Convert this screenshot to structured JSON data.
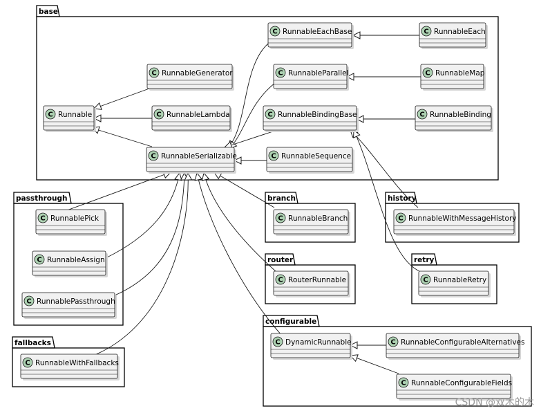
{
  "packages": {
    "base": "base",
    "passthrough": "passthrough",
    "branch": "branch",
    "history": "history",
    "router": "router",
    "retry": "retry",
    "configurable": "configurable",
    "fallbacks": "fallbacks"
  },
  "class_marker": "C",
  "classes": {
    "runnable_each_base": "RunnableEachBase",
    "runnable_each": "RunnableEach",
    "runnable_generator": "RunnableGenerator",
    "runnable_parallel": "RunnableParallel",
    "runnable_map": "RunnableMap",
    "runnable": "Runnable",
    "runnable_lambda": "RunnableLambda",
    "runnable_binding_base": "RunnableBindingBase",
    "runnable_binding": "RunnableBinding",
    "runnable_serializable": "RunnableSerializable",
    "runnable_sequence": "RunnableSequence",
    "runnable_pick": "RunnablePick",
    "runnable_assign": "RunnableAssign",
    "runnable_passthrough": "RunnablePassthrough",
    "runnable_branch": "RunnableBranch",
    "runnable_with_message_history": "RunnableWithMessageHistory",
    "router_runnable": "RouterRunnable",
    "runnable_retry": "RunnableRetry",
    "dynamic_runnable": "DynamicRunnable",
    "runnable_configurable_alternatives": "RunnableConfigurableAlternatives",
    "runnable_configurable_fields": "RunnableConfigurableFields",
    "runnable_with_fallbacks": "RunnableWithFallbacks"
  },
  "watermark": "CSDN @双木的木",
  "colors": {
    "class_fill": "#f1f1f1",
    "class_border": "#181818",
    "marker_fill": "#add1b2",
    "package_border": "#000000"
  }
}
